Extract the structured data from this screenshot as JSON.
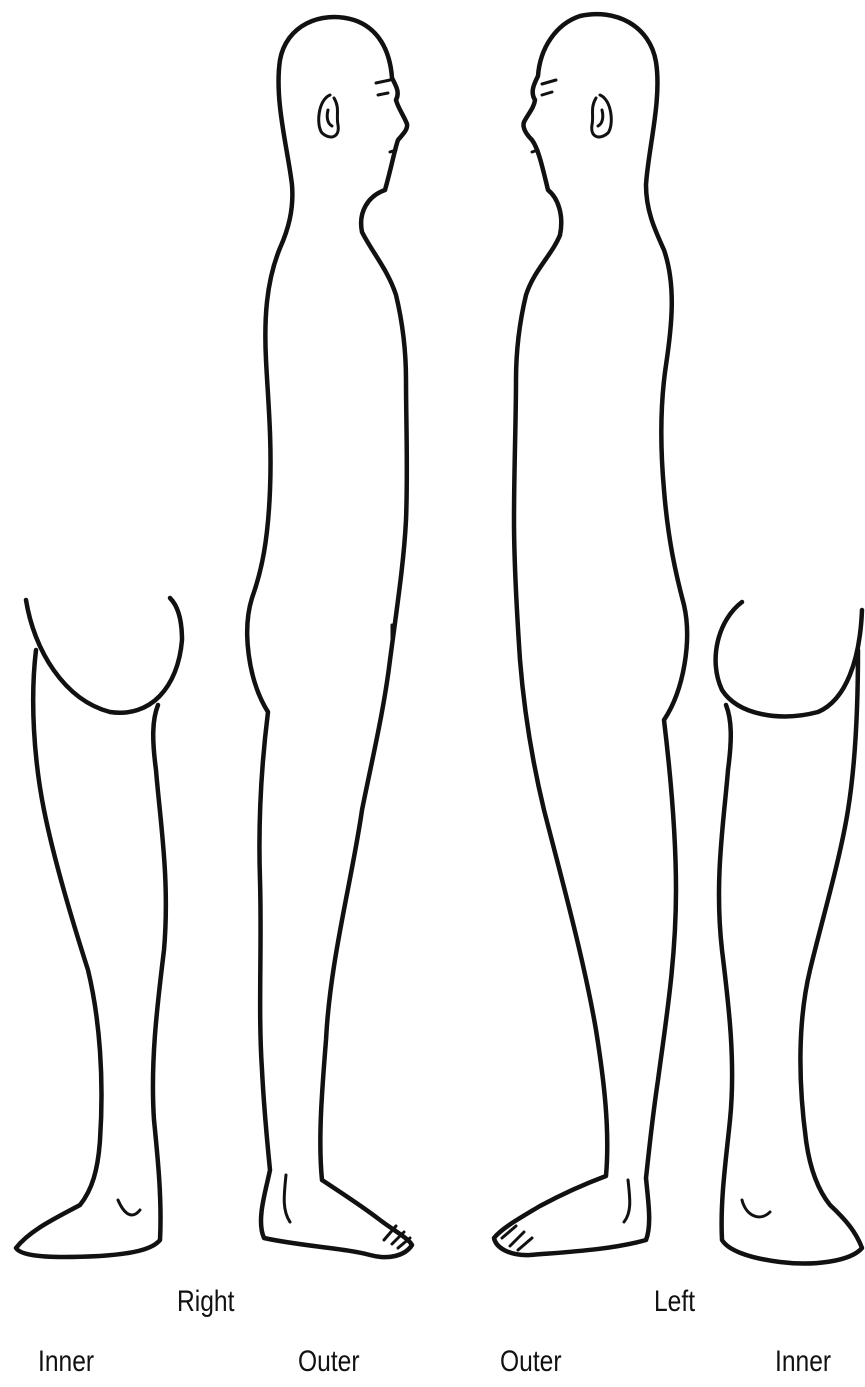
{
  "labels": {
    "right": "Right",
    "left": "Left",
    "inner_left": "Inner",
    "outer_right_side": "Outer",
    "outer_left_side": "Outer",
    "inner_right": "Inner"
  },
  "figures": [
    {
      "name": "right-inner-leg",
      "side": "Right",
      "view": "Inner"
    },
    {
      "name": "right-outer-body",
      "side": "Right",
      "view": "Outer"
    },
    {
      "name": "left-outer-body",
      "side": "Left",
      "view": "Outer"
    },
    {
      "name": "left-inner-leg",
      "side": "Left",
      "view": "Inner"
    }
  ],
  "colors": {
    "ink": "#111111",
    "background": "#ffffff"
  }
}
